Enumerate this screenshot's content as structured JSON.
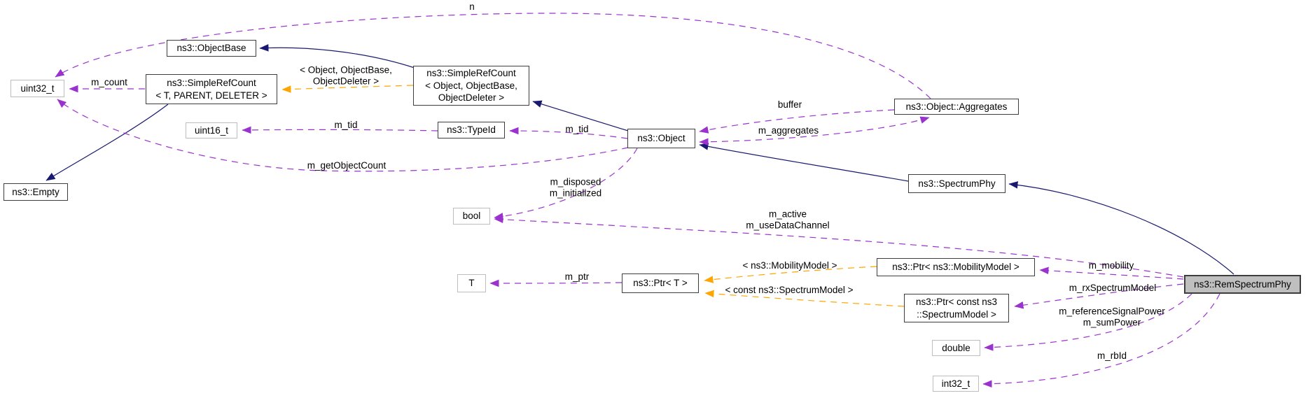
{
  "graph": {
    "colors": {
      "inheritance_edge": "#191970",
      "usage_edge": "#9a32cd",
      "template_edge": "#ffa500",
      "node_border": "#3d3d3d",
      "primitive_border": "#bdbdbd",
      "current_node_fill": "#bfbfbf",
      "node_fill": "#ffffff"
    },
    "nodes": [
      {
        "label": "uint32_t"
      },
      {
        "label": "ns3::ObjectBase"
      },
      {
        "label": "ns3::SimpleRefCount\n< T, PARENT, DELETER >"
      },
      {
        "label": "uint16_t"
      },
      {
        "label": "ns3::Empty"
      },
      {
        "label": "ns3::SimpleRefCount\n< Object, ObjectBase,\nObjectDeleter >"
      },
      {
        "label": "ns3::TypeId"
      },
      {
        "label": "ns3::Object"
      },
      {
        "label": "ns3::Object::Aggregates"
      },
      {
        "label": "ns3::SpectrumPhy"
      },
      {
        "label": "bool"
      },
      {
        "label": "T"
      },
      {
        "label": "ns3::Ptr< T >"
      },
      {
        "label": "ns3::Ptr< ns3::MobilityModel >"
      },
      {
        "label": "ns3::Ptr< const ns3\n::SpectrumModel >"
      },
      {
        "label": "double"
      },
      {
        "label": "int32_t"
      },
      {
        "label": "ns3::RemSpectrumPhy"
      }
    ],
    "edge_labels": [
      {
        "text": "n"
      },
      {
        "text": "m_count"
      },
      {
        "text": "< Object, ObjectBase,\nObjectDeleter >"
      },
      {
        "text": "m_tid"
      },
      {
        "text": "m_getObjectCount"
      },
      {
        "text": "m_tid"
      },
      {
        "text": "m_disposed\nm_initialized"
      },
      {
        "text": "buffer"
      },
      {
        "text": "m_aggregates"
      },
      {
        "text": "m_active\nm_useDataChannel"
      },
      {
        "text": "m_ptr"
      },
      {
        "text": "< ns3::MobilityModel >"
      },
      {
        "text": "< const ns3::SpectrumModel >"
      },
      {
        "text": "m_mobility"
      },
      {
        "text": "m_rxSpectrumModel"
      },
      {
        "text": "m_referenceSignalPower\nm_sumPower"
      },
      {
        "text": "m_rbId"
      }
    ]
  }
}
